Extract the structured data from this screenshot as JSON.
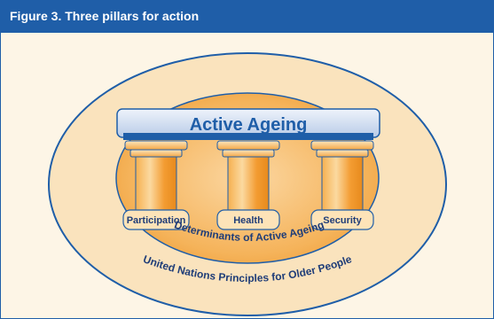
{
  "figure_title": "Figure 3. Three pillars for action",
  "diagram": {
    "beam_label": "Active Ageing",
    "pillars": [
      {
        "label": "Participation"
      },
      {
        "label": "Health"
      },
      {
        "label": "Security"
      }
    ],
    "inner_ring_label": "Determinants of Active Ageing",
    "outer_ring_label": "United Nations Principles for Older People"
  },
  "colors": {
    "header_bg": "#1f5ea8",
    "outer_ellipse": "#f9dfb5",
    "inner_ellipse": "#f2a640",
    "beam": "#c9d7ee",
    "beam_text": "#1f5ea8",
    "pillar": "#f39c32",
    "ring_text": "#1f5ea8"
  }
}
